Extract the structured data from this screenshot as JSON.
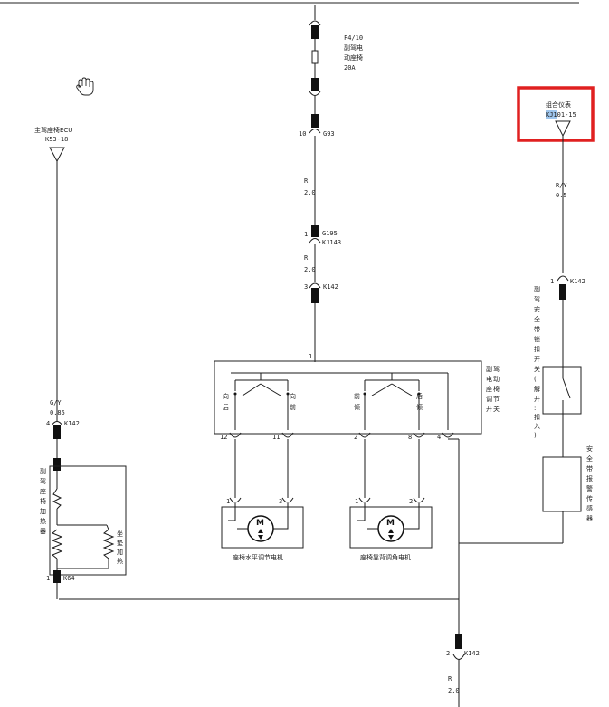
{
  "fuse": {
    "id": "F4/10",
    "name_l1": "副驾电",
    "name_l2": "动座椅",
    "rating": "20A"
  },
  "connectors": {
    "g93_pin": "10",
    "g93": "G93",
    "g195_pin": "1",
    "g195": "G195",
    "kj143": "KJ143",
    "k142_pin3": "3",
    "k142_a": "K142",
    "k142_pin4": "4",
    "k142_b": "K142",
    "k142_pin1": "1",
    "k142_c": "K142",
    "k142_pin2": "2",
    "k142_d": "K142",
    "k64_pin": "1",
    "k64": "K64",
    "bus_pin": "1"
  },
  "wires": {
    "w1_color": "R",
    "w1_size": "2.0",
    "w2_color": "R",
    "w2_size": "2.0",
    "w3_color": "G/Y",
    "w3_size": "0.85",
    "w4_color": "R/Y",
    "w4_size": "0.5",
    "w5_color": "R",
    "w5_size": "2.0"
  },
  "ecu": {
    "name": "主驾座椅ECU",
    "pin": "K53-18"
  },
  "cluster": {
    "name": "组合仪表",
    "pin": "KJ101-15",
    "highlight_color": "#e02020"
  },
  "switch_box": {
    "label": [
      "副",
      "驾",
      "电",
      "动",
      "座",
      "椅",
      "调",
      "节",
      "开",
      "关"
    ],
    "s1": [
      "向",
      "后"
    ],
    "s2": [
      "向",
      "前"
    ],
    "s3": [
      "前",
      "倾"
    ],
    "s4": [
      "后",
      "倾"
    ],
    "pins": [
      "12",
      "11",
      "2",
      "8",
      "4"
    ]
  },
  "heater": {
    "label": [
      "副",
      "驾",
      "座",
      "椅",
      "加",
      "热",
      "器"
    ],
    "pad": [
      "坐",
      "垫",
      "加",
      "热"
    ]
  },
  "buckle": {
    "label": [
      "副",
      "驾",
      "安",
      "全",
      "带",
      "锁",
      "扣",
      "开",
      "关",
      "(",
      "解",
      "开",
      ":",
      "扣",
      "入",
      ")"
    ]
  },
  "sensor": {
    "label": [
      "安",
      "全",
      "带",
      "报",
      "警",
      "传",
      "感",
      "器"
    ]
  },
  "motors": {
    "m1_name": "座椅水平调节电机",
    "m1_pin1": "1",
    "m1_pin2": "3",
    "m2_name": "座椅靠背调角电机",
    "m2_pin1": "1",
    "m2_pin2": "2",
    "symbol": "M"
  },
  "icons": {
    "cursor": "hand-cursor-icon"
  }
}
